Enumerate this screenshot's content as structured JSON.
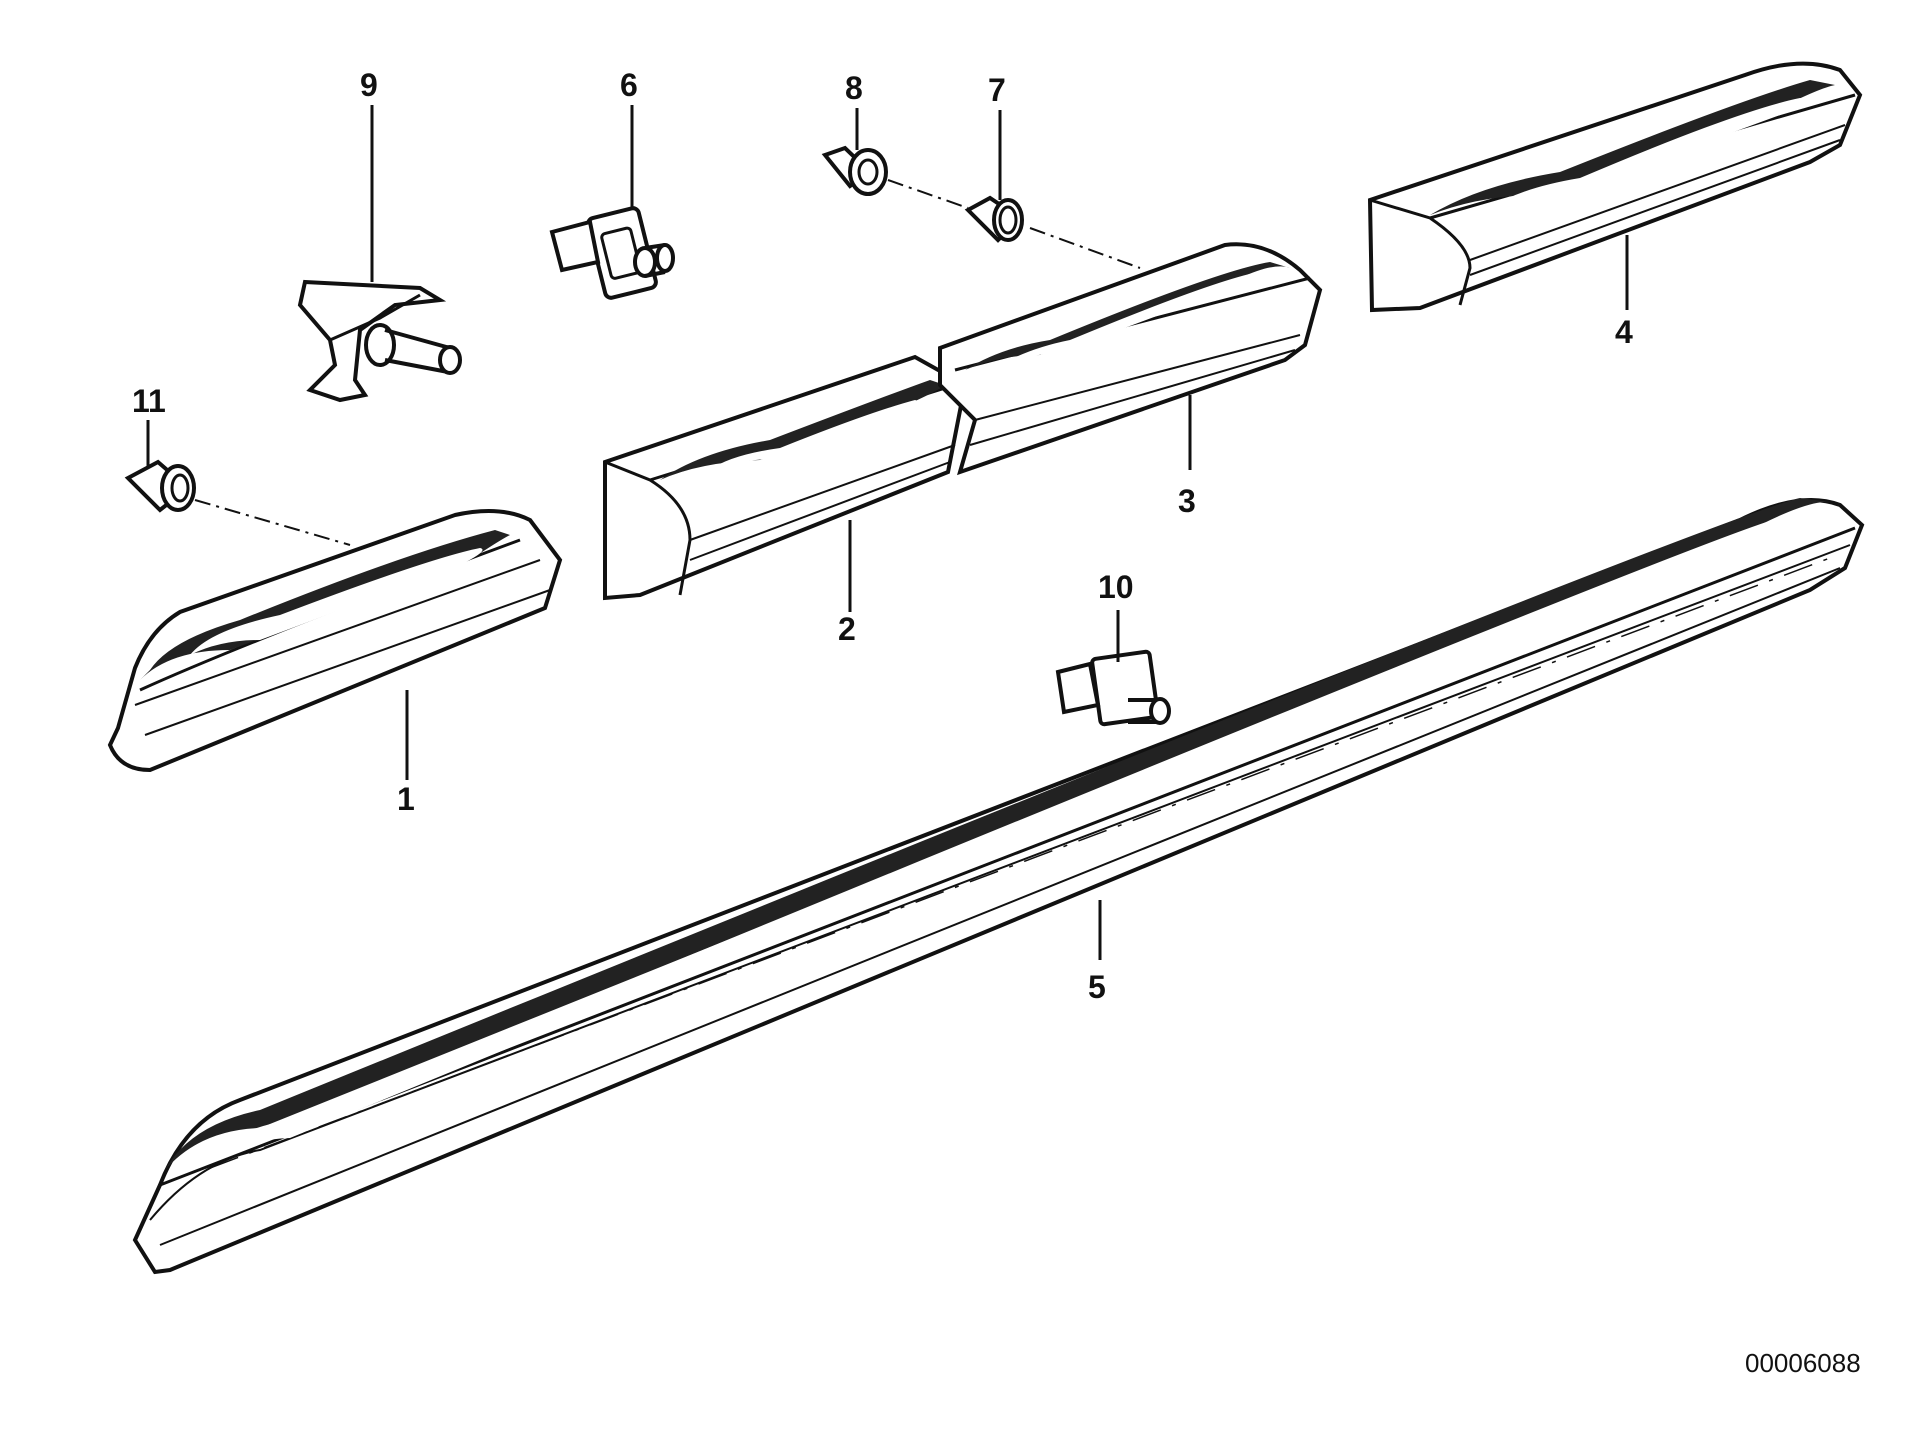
{
  "diagram": {
    "type": "exploded-parts-diagram",
    "document_number": "00006088",
    "callouts": [
      "1",
      "2",
      "3",
      "4",
      "5",
      "6",
      "7",
      "8",
      "9",
      "10",
      "11"
    ]
  },
  "colors": {
    "line": "#111111",
    "background": "#ffffff",
    "stripe": "#222222"
  }
}
